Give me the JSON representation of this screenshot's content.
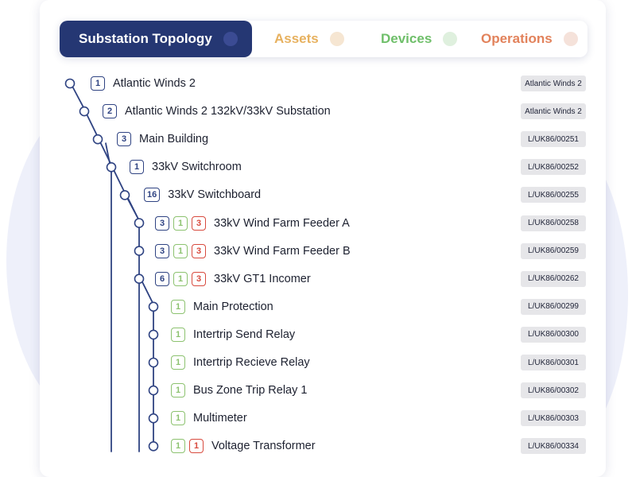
{
  "tabs": [
    {
      "label": "Substation Topology",
      "color": "#ffffff",
      "active": true
    },
    {
      "label": "Assets",
      "color": "#e7b15f",
      "active": false
    },
    {
      "label": "Devices",
      "color": "#6fbf6a",
      "active": false
    },
    {
      "label": "Operations",
      "color": "#e2825b",
      "active": false
    }
  ],
  "colors": {
    "line": "#2f4382",
    "badge_blue": "#2f4382",
    "badge_green": "#8cc26f",
    "badge_red": "#d84a3e",
    "active_tab_bg": "#253773"
  },
  "tree": [
    {
      "label": "Atlantic Winds 2",
      "ref": "Atlantic Winds 2",
      "depth": 0,
      "badges": [
        {
          "count": "1",
          "color": "blue"
        }
      ]
    },
    {
      "label": "Atlantic Winds 2 132kV/33kV Substation",
      "ref": "Atlantic Winds 2",
      "depth": 1,
      "badges": [
        {
          "count": "2",
          "color": "blue"
        }
      ]
    },
    {
      "label": "Main Building",
      "ref": "L/UK86/00251",
      "depth": 2,
      "badges": [
        {
          "count": "3",
          "color": "blue"
        }
      ]
    },
    {
      "label": "33kV Switchroom",
      "ref": "L/UK86/00252",
      "depth": 3,
      "badges": [
        {
          "count": "1",
          "color": "blue"
        }
      ]
    },
    {
      "label": "33kV Switchboard",
      "ref": "L/UK86/00255",
      "depth": 4,
      "badges": [
        {
          "count": "16",
          "color": "blue"
        }
      ]
    },
    {
      "label": "33kV Wind Farm Feeder A",
      "ref": "L/UK86/00258",
      "depth": 5,
      "badges": [
        {
          "count": "3",
          "color": "blue"
        },
        {
          "count": "1",
          "color": "green"
        },
        {
          "count": "3",
          "color": "red"
        }
      ]
    },
    {
      "label": "33kV Wind Farm Feeder B",
      "ref": "L/UK86/00259",
      "depth": 5,
      "badges": [
        {
          "count": "3",
          "color": "blue"
        },
        {
          "count": "1",
          "color": "green"
        },
        {
          "count": "3",
          "color": "red"
        }
      ]
    },
    {
      "label": "33kV GT1 Incomer",
      "ref": "L/UK86/00262",
      "depth": 5,
      "badges": [
        {
          "count": "6",
          "color": "blue"
        },
        {
          "count": "1",
          "color": "green"
        },
        {
          "count": "3",
          "color": "red"
        }
      ]
    },
    {
      "label": "Main Protection",
      "ref": "L/UK86/00299",
      "depth": 6,
      "badges": [
        {
          "count": "1",
          "color": "green"
        }
      ]
    },
    {
      "label": "Intertrip Send Relay",
      "ref": "L/UK86/00300",
      "depth": 6,
      "badges": [
        {
          "count": "1",
          "color": "green"
        }
      ]
    },
    {
      "label": "Intertrip Recieve Relay",
      "ref": "L/UK86/00301",
      "depth": 6,
      "badges": [
        {
          "count": "1",
          "color": "green"
        }
      ]
    },
    {
      "label": "Bus Zone Trip Relay 1",
      "ref": "L/UK86/00302",
      "depth": 6,
      "badges": [
        {
          "count": "1",
          "color": "green"
        }
      ]
    },
    {
      "label": "Multimeter",
      "ref": "L/UK86/00303",
      "depth": 6,
      "badges": [
        {
          "count": "1",
          "color": "green"
        }
      ]
    },
    {
      "label": "Voltage Transformer",
      "ref": "L/UK86/00334",
      "depth": 6,
      "badges": [
        {
          "count": "1",
          "color": "green"
        },
        {
          "count": "1",
          "color": "red"
        }
      ]
    }
  ]
}
